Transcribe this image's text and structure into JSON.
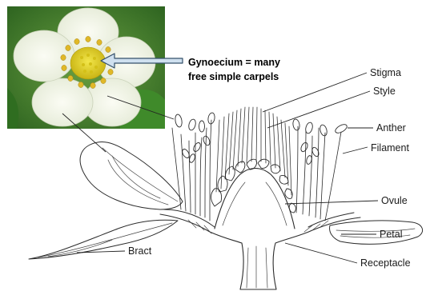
{
  "callout": {
    "line1": "Gynoecium = many",
    "line2": "free simple carpels"
  },
  "labels": {
    "stigma": "Stigma",
    "style": "Style",
    "anther": "Anther",
    "filament": "Filament",
    "ovule": "Ovule",
    "petal": "Petal",
    "bract": "Bract",
    "receptacle": "Receptacle"
  },
  "colors": {
    "photo_petal": "#f4f6ec",
    "photo_center": "#e6d21e",
    "photo_leaf": "#3c7a2a",
    "arrow_fill": "#cfe0ef",
    "arrow_stroke": "#34506a"
  }
}
